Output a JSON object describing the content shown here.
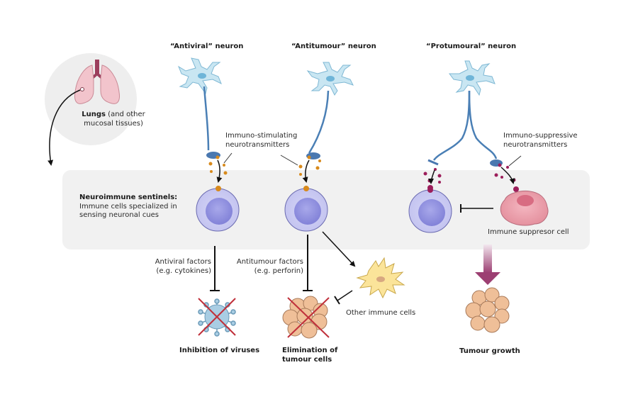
{
  "lungs": {
    "label_bold": "Lungs",
    "label_rest": " (and other",
    "label_line2": "mucosal tissues)"
  },
  "neurons": [
    {
      "label": "“Antiviral” neuron"
    },
    {
      "label": "“Antitumour” neuron"
    },
    {
      "label": "“Protumoural” neuron"
    }
  ],
  "neurotransmitters": {
    "stimulating_line1": "Immuno-stimulating",
    "stimulating_line2": "neurotransmitters",
    "suppressive_line1": "Immuno-suppressive",
    "suppressive_line2": "neurotransmitters"
  },
  "sentinels": {
    "title": "Neuroimmune sentinels:",
    "line1": "Immune cells specialized in",
    "line2": "sensing neuronal cues"
  },
  "suppressor": {
    "label": "Immune suppresor cell"
  },
  "factors": {
    "antiviral_line1": "Antiviral factors",
    "antiviral_line2": "(e.g. cytokines)",
    "antitumour_line1": "Antitumour factors",
    "antitumour_line2": "(e.g. perforin)"
  },
  "other_cells": {
    "label": "Other immune cells"
  },
  "outcomes": {
    "viruses": "Inhibition of viruses",
    "tumour_elim_line1": "Elimination of",
    "tumour_elim_line2": "tumour cells",
    "tumour_growth": "Tumour growth"
  },
  "colors": {
    "neuron_fill": "#c9e6f2",
    "neuron_stroke": "#7fb8d4",
    "axon": "#4a7fb5",
    "terminal": "#4a78b0",
    "stim_dot": "#d88a1c",
    "supp_dot": "#9c1e5a",
    "immune_cell": "#c8c8f2",
    "immune_nucleus": "#8e8ee0",
    "suppressor_cell": "#eb9ca8",
    "tumour": "#efbf98",
    "virus": "#a9cde3",
    "cross": "#c0303a",
    "lung": "#f2c4cc",
    "trachea": "#9c3f5e",
    "dendritic": "#fbe49a",
    "growth_arrow": "#9c3f72"
  }
}
